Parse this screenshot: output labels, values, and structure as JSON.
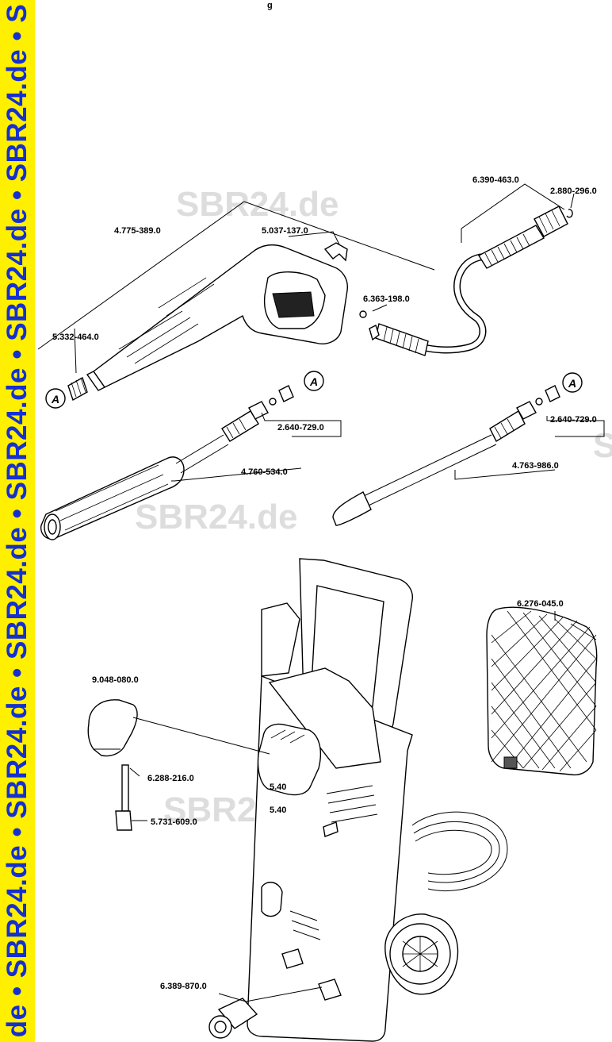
{
  "watermark": {
    "brand": "SBR24.de",
    "stripe_text": "de • SBR24.de • SBR24.de • SBR24.de • SBR24.de • SBR24.de • SBR24.de • S",
    "stripe_color": "#ffef00",
    "stripe_text_color": "#1530d0"
  },
  "header_fragment": "g",
  "marker_label": "A",
  "parts": {
    "p_6390_463_0": "6.390-463.0",
    "p_2880_296_0": "2.880-296.0",
    "p_4775_389_0": "4.775-389.0",
    "p_5037_137_0": "5.037-137.0",
    "p_6363_198_0": "6.363-198.0",
    "p_5332_464_0": "5.332-464.0",
    "p_2640_729_0_a": "2.640-729.0",
    "p_4760_534_0": "4.760-534.0",
    "p_2640_729_0_b": "2.640-729.0",
    "p_4763_986_0": "4.763-986.0",
    "p_6276_045_0": "6.276-045.0",
    "p_9048_080_0": "9.048-080.0",
    "p_6288_216_0": "6.288-216.0",
    "p_5731_609_0": "5.731-609.0",
    "p_6389_870_0": "6.389-870.0"
  },
  "dial_marks": {
    "upper": "5.40",
    "lower": "5.40"
  }
}
